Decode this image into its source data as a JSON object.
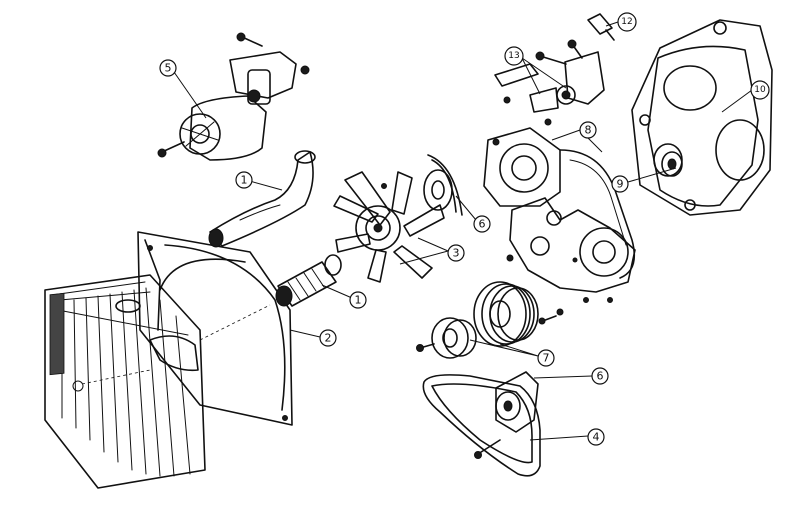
{
  "callouts": [
    {
      "id": "c1a",
      "label": "1"
    },
    {
      "id": "c1b",
      "label": "1"
    },
    {
      "id": "c2",
      "label": "2"
    },
    {
      "id": "c3",
      "label": "3"
    },
    {
      "id": "c4",
      "label": "4"
    },
    {
      "id": "c5",
      "label": "5"
    },
    {
      "id": "c6a",
      "label": "6"
    },
    {
      "id": "c6b",
      "label": "6"
    },
    {
      "id": "c7",
      "label": "7"
    },
    {
      "id": "c8",
      "label": "8"
    },
    {
      "id": "c9",
      "label": "9"
    },
    {
      "id": "c10",
      "label": "10"
    },
    {
      "id": "c12",
      "label": "12"
    },
    {
      "id": "c13",
      "label": "13"
    }
  ]
}
